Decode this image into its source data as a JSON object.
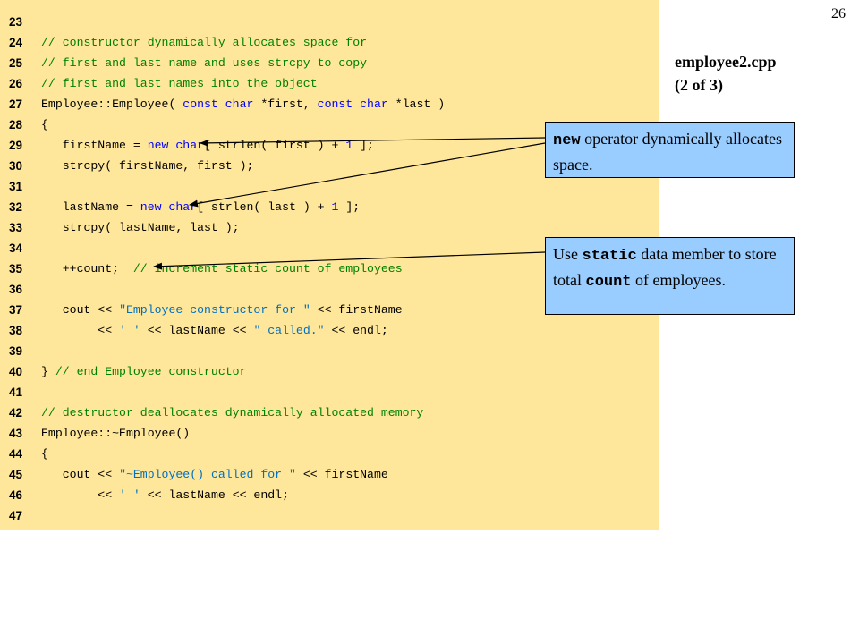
{
  "slide": {
    "page_number": "26",
    "file_title": "employee2.cpp",
    "file_subtitle": "(2 of 3)"
  },
  "code_lines": [
    {
      "n": "23",
      "parts": []
    },
    {
      "n": "24",
      "parts": [
        {
          "t": "cm",
          "v": "// constructor dynamically allocates space for"
        }
      ]
    },
    {
      "n": "25",
      "parts": [
        {
          "t": "cm",
          "v": "// first and last name and uses strcpy to copy"
        }
      ]
    },
    {
      "n": "26",
      "parts": [
        {
          "t": "cm",
          "v": "// first and last names into the object"
        }
      ]
    },
    {
      "n": "27",
      "parts": [
        {
          "t": "tx",
          "v": "Employee::Employee( "
        },
        {
          "t": "kw",
          "v": "const char"
        },
        {
          "t": "tx",
          "v": " *first, "
        },
        {
          "t": "kw",
          "v": "const char"
        },
        {
          "t": "tx",
          "v": " *last )"
        }
      ]
    },
    {
      "n": "28",
      "parts": [
        {
          "t": "tx",
          "v": "{"
        }
      ]
    },
    {
      "n": "29",
      "parts": [
        {
          "t": "tx",
          "v": "   firstName = "
        },
        {
          "t": "kw",
          "v": "new char"
        },
        {
          "t": "tx",
          "v": "[ strlen( first ) + "
        },
        {
          "t": "kw",
          "v": "1"
        },
        {
          "t": "tx",
          "v": " ];"
        }
      ]
    },
    {
      "n": "30",
      "parts": [
        {
          "t": "tx",
          "v": "   strcpy( firstName, first );"
        }
      ]
    },
    {
      "n": "31",
      "parts": []
    },
    {
      "n": "32",
      "parts": [
        {
          "t": "tx",
          "v": "   lastName = "
        },
        {
          "t": "kw",
          "v": "new char"
        },
        {
          "t": "tx",
          "v": "[ strlen( last ) + "
        },
        {
          "t": "kw",
          "v": "1"
        },
        {
          "t": "tx",
          "v": " ];"
        }
      ]
    },
    {
      "n": "33",
      "parts": [
        {
          "t": "tx",
          "v": "   strcpy( lastName, last );"
        }
      ]
    },
    {
      "n": "34",
      "parts": []
    },
    {
      "n": "35",
      "parts": [
        {
          "t": "tx",
          "v": "   ++count;  "
        },
        {
          "t": "cm",
          "v": "// increment static count of employees"
        }
      ]
    },
    {
      "n": "36",
      "parts": []
    },
    {
      "n": "37",
      "parts": [
        {
          "t": "tx",
          "v": "   cout << "
        },
        {
          "t": "st",
          "v": "\"Employee constructor for \""
        },
        {
          "t": "tx",
          "v": " << firstName"
        }
      ]
    },
    {
      "n": "38",
      "parts": [
        {
          "t": "tx",
          "v": "        << "
        },
        {
          "t": "st",
          "v": "' '"
        },
        {
          "t": "tx",
          "v": " << lastName << "
        },
        {
          "t": "st",
          "v": "\" called.\""
        },
        {
          "t": "tx",
          "v": " << endl;"
        }
      ]
    },
    {
      "n": "39",
      "parts": []
    },
    {
      "n": "40",
      "parts": [
        {
          "t": "tx",
          "v": "} "
        },
        {
          "t": "cm",
          "v": "// end Employee constructor"
        }
      ]
    },
    {
      "n": "41",
      "parts": []
    },
    {
      "n": "42",
      "parts": [
        {
          "t": "cm",
          "v": "// destructor deallocates dynamically allocated memory"
        }
      ]
    },
    {
      "n": "43",
      "parts": [
        {
          "t": "tx",
          "v": "Employee::~Employee()"
        }
      ]
    },
    {
      "n": "44",
      "parts": [
        {
          "t": "tx",
          "v": "{"
        }
      ]
    },
    {
      "n": "45",
      "parts": [
        {
          "t": "tx",
          "v": "   cout << "
        },
        {
          "t": "st",
          "v": "\"~Employee() called for \""
        },
        {
          "t": "tx",
          "v": " << firstName"
        }
      ]
    },
    {
      "n": "46",
      "parts": [
        {
          "t": "tx",
          "v": "        << "
        },
        {
          "t": "st",
          "v": "' '"
        },
        {
          "t": "tx",
          "v": " << lastName << endl;"
        }
      ]
    },
    {
      "n": "47",
      "parts": []
    }
  ],
  "callouts": {
    "new_operator": {
      "code_word": "new",
      "text": " operator dynamically allocates space."
    },
    "static_member": {
      "prefix": "Use ",
      "code_word_1": "static",
      "middle": " data member to store total ",
      "code_word_2": "count",
      "suffix": " of employees."
    }
  },
  "colors": {
    "code_background": "#fee69a",
    "callout_background": "#99ccff",
    "comment": "#008000",
    "keyword": "#0000ff",
    "string": "#0070c0"
  }
}
